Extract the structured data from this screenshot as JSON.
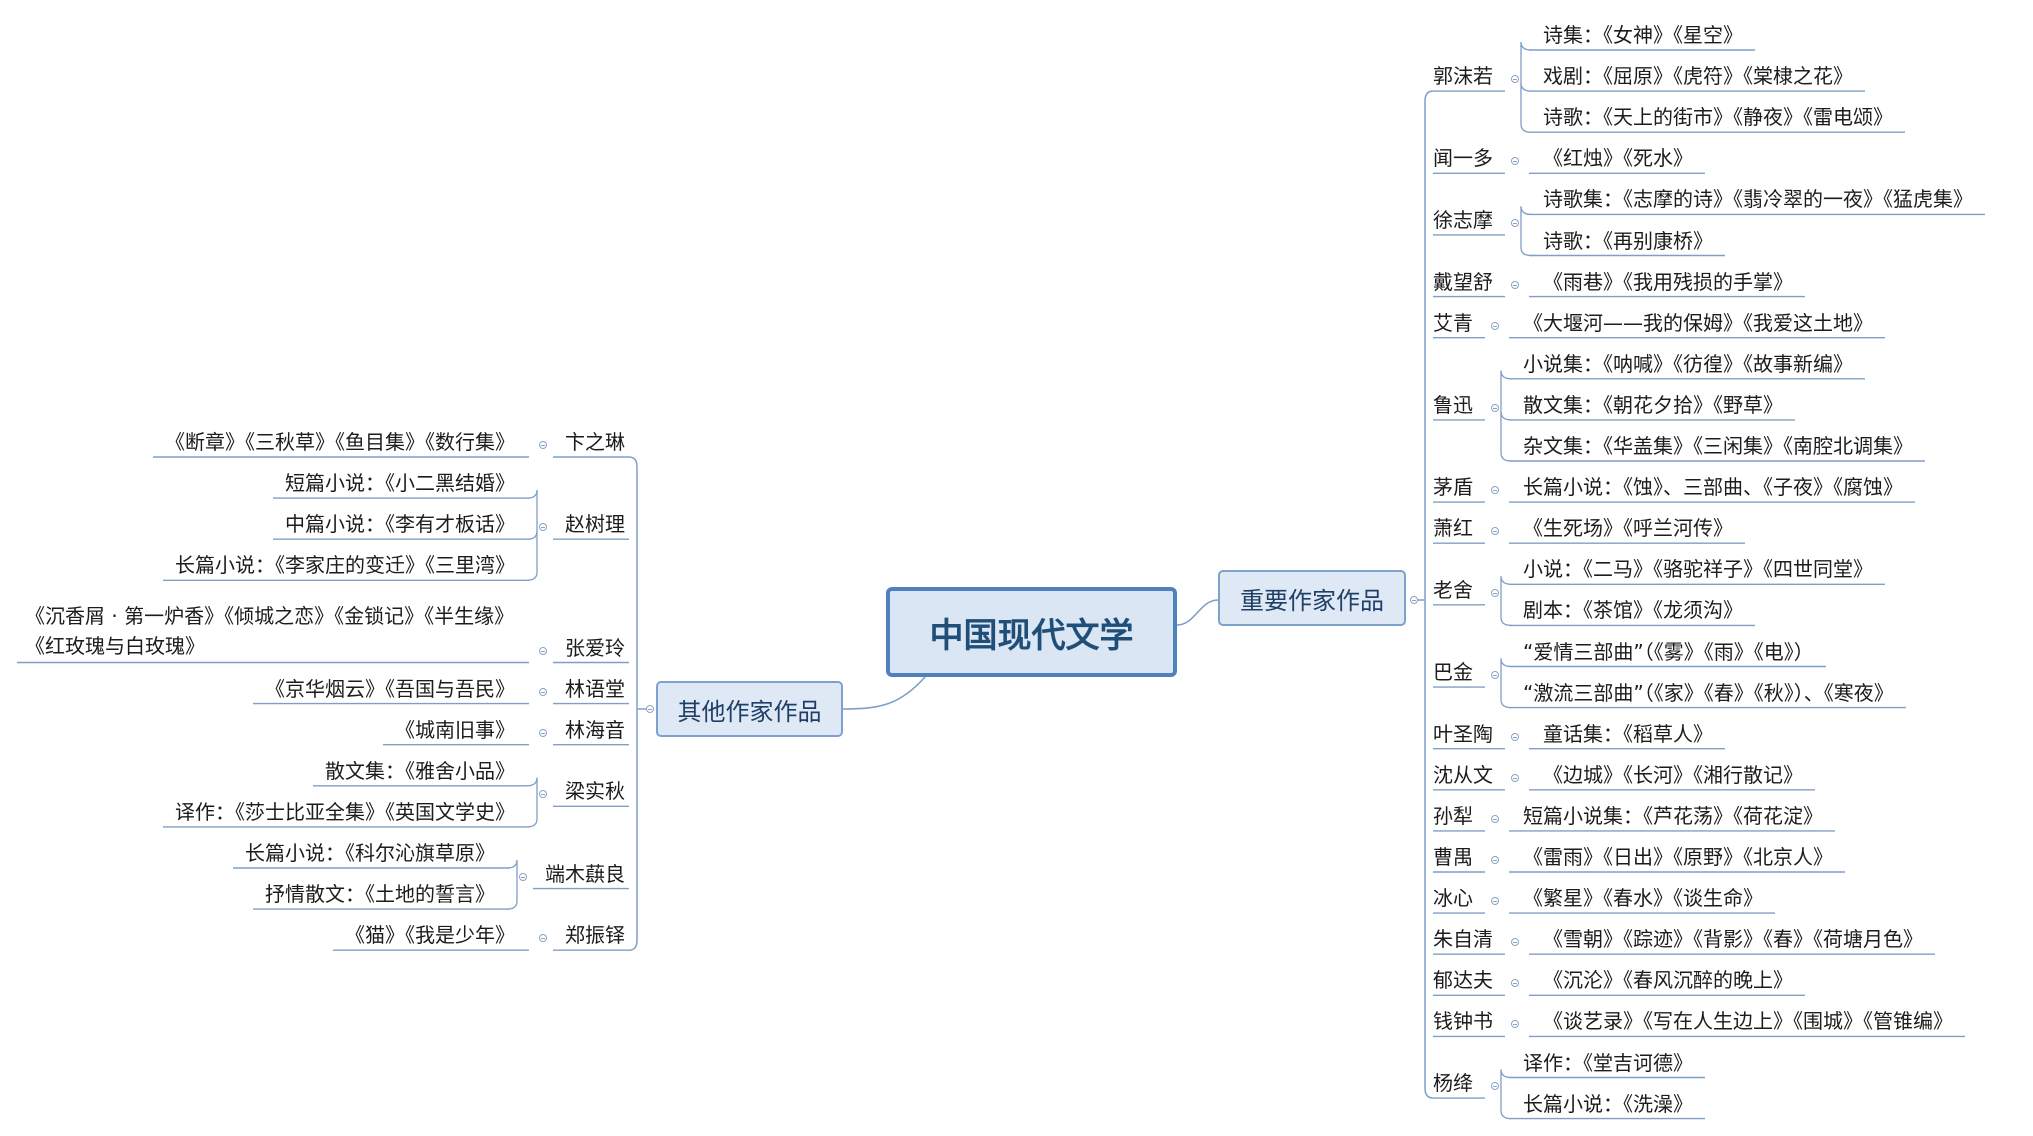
{
  "root": {
    "label": "中国现代文学"
  },
  "right_branch": {
    "label": "重要作家作品",
    "authors": [
      {
        "name": "郭沫若",
        "works": [
          "诗集：《女神》《星空》",
          "戏剧：《屈原》《虎符》《棠棣之花》",
          "诗歌：《天上的街市》《静夜》《雷电颂》"
        ]
      },
      {
        "name": "闻一多",
        "works": [
          "《红烛》《死水》"
        ]
      },
      {
        "name": "徐志摩",
        "works": [
          "诗歌集：《志摩的诗》《翡冷翠的一夜》《猛虎集》",
          "诗歌：《再别康桥》"
        ]
      },
      {
        "name": "戴望舒",
        "works": [
          "《雨巷》《我用残损的手掌》"
        ]
      },
      {
        "name": "艾青",
        "works": [
          "《大堰河——我的保姆》《我爱这土地》"
        ]
      },
      {
        "name": "鲁迅",
        "works": [
          "小说集：《呐喊》《彷徨》《故事新编》",
          "散文集：《朝花夕拾》《野草》",
          "杂文集：《华盖集》《三闲集》《南腔北调集》"
        ]
      },
      {
        "name": "茅盾",
        "works": [
          "长篇小说：《蚀》、三部曲、《子夜》《腐蚀》"
        ]
      },
      {
        "name": "萧红",
        "works": [
          "《生死场》《呼兰河传》"
        ]
      },
      {
        "name": "老舍",
        "works": [
          "小说：《二马》《骆驼祥子》《四世同堂》",
          "剧本：《茶馆》《龙须沟》"
        ]
      },
      {
        "name": "巴金",
        "works": [
          "“爱情三部曲”（《雾》《雨》《电》）",
          "“激流三部曲”（《家》《春》《秋》）、《寒夜》"
        ]
      },
      {
        "name": "叶圣陶",
        "works": [
          "童话集：《稻草人》"
        ]
      },
      {
        "name": "沈从文",
        "works": [
          "《边城》《长河》《湘行散记》"
        ]
      },
      {
        "name": "孙犁",
        "works": [
          "短篇小说集：《芦花荡》《荷花淀》"
        ]
      },
      {
        "name": "曹禺",
        "works": [
          "《雷雨》《日出》《原野》《北京人》"
        ]
      },
      {
        "name": "冰心",
        "works": [
          "《繁星》《春水》《谈生命》"
        ]
      },
      {
        "name": "朱自清",
        "works": [
          "《雪朝》《踪迹》《背影》《春》《荷塘月色》"
        ]
      },
      {
        "name": "郁达夫",
        "works": [
          "《沉沦》《春风沉醉的晚上》"
        ]
      },
      {
        "name": "钱钟书",
        "works": [
          "《谈艺录》《写在人生边上》《围城》《管锥编》"
        ]
      },
      {
        "name": "杨绛",
        "works": [
          "译作：《堂吉诃德》",
          "长篇小说：《洗澡》"
        ]
      }
    ]
  },
  "left_branch": {
    "label": "其他作家作品",
    "authors": [
      {
        "name": "卞之琳",
        "works": [
          "《断章》《三秋草》《鱼目集》《数行集》"
        ]
      },
      {
        "name": "赵树理",
        "works": [
          "短篇小说：《小二黑结婚》",
          "中篇小说：《李有才板话》",
          "长篇小说：《李家庄的变迁》《三里湾》"
        ]
      },
      {
        "name": "张爱玲",
        "works": [
          "《沉香屑 · 第一炉香》《倾城之恋》《金锁记》《半生缘》《红玫瑰与白玫瑰》"
        ]
      },
      {
        "name": "林语堂",
        "works": [
          "《京华烟云》《吾国与吾民》"
        ]
      },
      {
        "name": "林海音",
        "works": [
          "《城南旧事》"
        ]
      },
      {
        "name": "梁实秋",
        "works": [
          "散文集：《雅舍小品》",
          "译作：《莎士比亚全集》《英国文学史》"
        ]
      },
      {
        "name": "端木蕻良",
        "works": [
          "长篇小说：《科尔沁旗草原》",
          "抒情散文：《土地的誓言》"
        ]
      },
      {
        "name": "郑振铎",
        "works": [
          "《猫》《我是少年》"
        ]
      }
    ]
  },
  "colors": {
    "line": "#7f9fc6",
    "box_fill": "#dfe9f5",
    "box_border": "#7ea1cd",
    "root_border": "#4f81bd",
    "text": "#1c1c1c"
  }
}
